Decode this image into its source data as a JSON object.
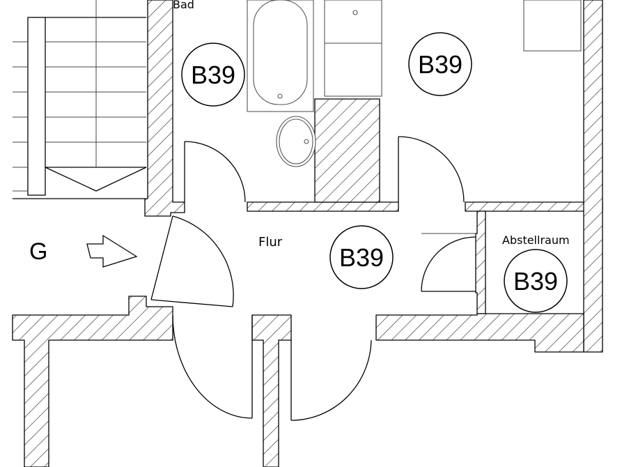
{
  "rooms": {
    "bad": "Bad",
    "flur": "Flur",
    "abstellraum": "Abstellraum"
  },
  "unit_badges": {
    "bad": "B39",
    "upper_right": "B39",
    "flur": "B39",
    "abstellraum": "B39"
  },
  "entrance_label": "G",
  "icons": {
    "entrance_arrow": "entrance-arrow-icon",
    "bathtub": "bathtub-icon",
    "washbasin": "washbasin-icon",
    "toilet": "toilet-icon"
  }
}
